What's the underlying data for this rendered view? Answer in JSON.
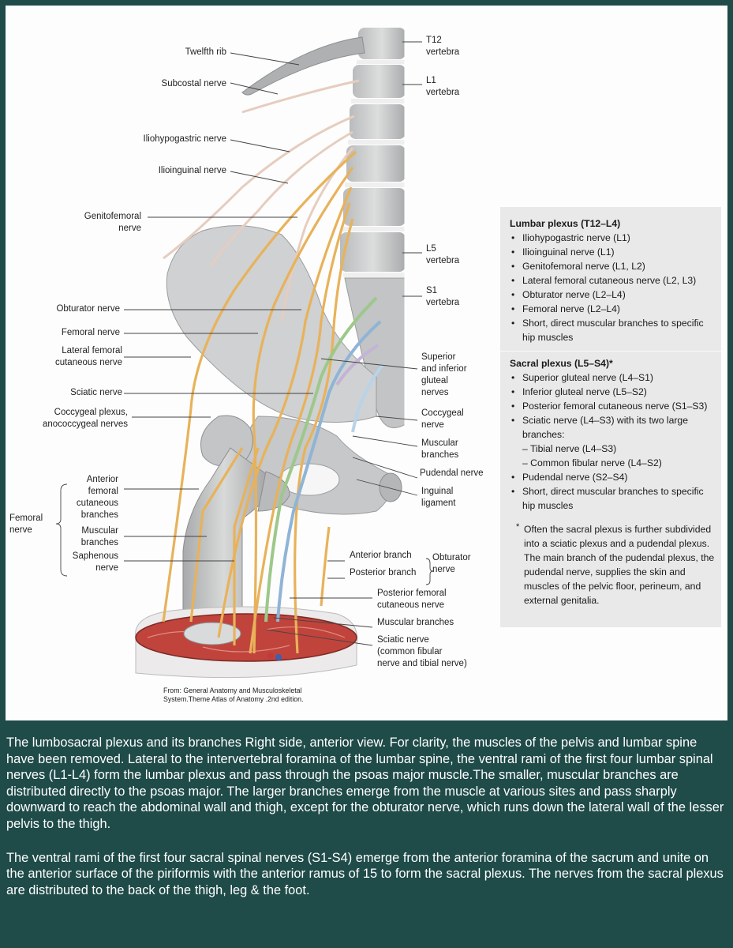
{
  "labels": {
    "twelfth_rib": "Twelfth rib",
    "subcostal_nerve": "Subcostal nerve",
    "iliohypogastric_nerve": "Iliohypogastric nerve",
    "ilioinguinal_nerve": "Ilioinguinal nerve",
    "genitofemoral_nerve": "Genitofemoral\nnerve",
    "obturator_nerve": "Obturator nerve",
    "femoral_nerve": "Femoral nerve",
    "lateral_femoral_cutaneous_nerve": "Lateral femoral\ncutaneous nerve",
    "sciatic_nerve": "Sciatic nerve",
    "coccygeal_plexus": "Coccygeal plexus,\nanococcygeal nerves",
    "anterior_femoral_cutaneous_branches": "Anterior\nfemoral\ncutaneous\nbranches",
    "muscular_branches_femoral": "Muscular\nbranches",
    "saphenous_nerve": "Saphenous\nnerve",
    "femoral_nerve_group": "Femoral\nnerve",
    "t12_vertebra": "T12\nvertebra",
    "l1_vertebra": "L1\nvertebra",
    "l5_vertebra": "L5\nvertebra",
    "s1_vertebra": "S1\nvertebra",
    "gluteal_nerves": "Superior\nand inferior\ngluteal\nnerves",
    "coccygeal_nerve": "Coccygeal\nnerve",
    "muscular_branches_right": "Muscular\nbranches",
    "pudendal_nerve": "Pudendal nerve",
    "inguinal_ligament": "Inguinal\nligament",
    "anterior_branch": "Anterior branch",
    "posterior_branch": "Posterior branch",
    "obturator_nerve_group": "Obturator\nnerve",
    "posterior_femoral_cutaneous_nerve": "Posterior femoral\ncutaneous nerve",
    "muscular_branches_bottom": "Muscular branches",
    "sciatic_nerve_bottom": "Sciatic nerve\n(common fibular\nnerve and tibial nerve)"
  },
  "legend": {
    "lumbar_title": "Lumbar plexus (T12–L4)",
    "lumbar_items": [
      "Iliohypogastric nerve (L1)",
      "Ilioinguinal nerve (L1)",
      "Genitofemoral nerve (L1, L2)",
      "Lateral femoral cutaneous nerve (L2, L3)",
      "Obturator nerve (L2–L4)",
      "Femoral nerve (L2–L4)",
      "Short, direct muscular branches to specific hip muscles"
    ],
    "sacral_title": "Sacral plexus (L5–S4)*",
    "sacral_items": [
      "Superior gluteal nerve (L4–S1)",
      "Inferior gluteal nerve (L5–S2)",
      "Posterior femoral cutaneous nerve (S1–S3)",
      "Sciatic nerve (L4–S3) with its two large branches:"
    ],
    "sciatic_subitems": [
      "– Tibial nerve (L4–S3)",
      "– Common fibular nerve (L4–S2)"
    ],
    "sacral_items_2": [
      "Pudendal nerve (S2–S4)",
      "Short, direct muscular branches to specific hip muscles"
    ],
    "note_asterisk": "*",
    "note": "Often the sacral plexus is further subdivided into a sciatic plexus and a pudendal plexus. The main branch of the pudendal plexus, the pudendal nerve, supplies the skin and muscles of the pelvic floor, perineum, and external genitalia."
  },
  "credit": "From: General Anatomy and Musculoskeletal\nSystem.Theme Atlas of Anatomy .2nd edition.",
  "caption": {
    "paragraph1": "The lumbosacral plexus and its branches Right side, anterior view. For clarity, the muscles of the pelvis and lumbar spine have been removed. Lateral to the intervertebral foramina of the lumbar spine, the ventral rami of the first four lumbar spinal nerves (L1-L4) form the lumbar plexus and pass through the psoas major muscle.The smaller, muscular branches are distributed directly to the psoas major. The larger branches emerge from the muscle at various sites and pass sharply downward to reach the abdominal wall and thigh, except for the obturator nerve, which runs down the lateral wall of the lesser pelvis to the thigh.",
    "paragraph2": "The ventral rami of the first four sacral spinal nerves (S1-S4) emerge from the anterior foramina of the sacrum and unite on the anterior surface of the piriformis with the anterior ramus of 15 to form the sacral plexus. The nerves from the sacral plexus are distributed to the back of the thigh, leg & the foot."
  },
  "colors": {
    "background": "#1f4b49",
    "bone": "#c9cbcc",
    "nerve_lumbar": "#e8b25a",
    "nerve_pale": "#e6cdbf",
    "nerve_green": "#9dc88a",
    "nerve_blue": "#8fb4d6",
    "nerve_lilac": "#c4b3d6",
    "muscle": "#c0443c"
  }
}
